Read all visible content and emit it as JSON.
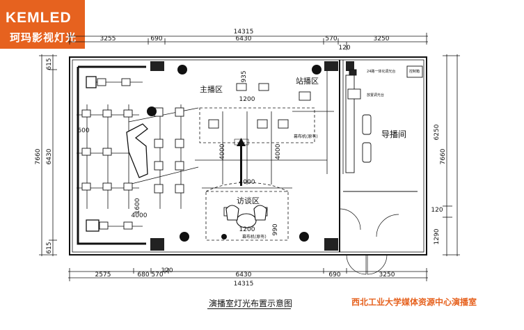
{
  "logo": {
    "brand": "KEMLED",
    "cn": "珂玛影视灯光"
  },
  "dims": {
    "total_top": "14315",
    "top": [
      "3255",
      "690",
      "6430",
      "570",
      "3250"
    ],
    "top_extra": "120",
    "total_bottom": "14315",
    "bottom": [
      "2575",
      "680",
      "570",
      "120",
      "6430",
      "690",
      "3250"
    ],
    "left_outer": "7660",
    "left_inner": "6430",
    "left_top": "615",
    "left_bottom": "615",
    "left_600": "600",
    "right_outer": "7660",
    "right_top": "6250",
    "right_mid": "120",
    "right_bottom": "1290",
    "inner_935": "935",
    "inner_1200a": "1200",
    "inner_1600": "1600",
    "inner_4000a": "4000",
    "inner_4000b": "4000",
    "inner_4000c": "4000",
    "inner_4000d": "4000",
    "inner_1200b": "1200",
    "inner_990": "990"
  },
  "zones": {
    "main": "主播区",
    "station": "站播区",
    "interview": "访谈区",
    "director": "导播间"
  },
  "labels": {
    "curtain1": "幕布机(原有)",
    "curtain2": "幕布机(原有)",
    "dir1": "24路一体化调光台",
    "dir2": "放置调光台",
    "dir3": "控制箱"
  },
  "title": "演播室灯光布置示意图",
  "school": "西北工业大学媒体资源中心演播室"
}
